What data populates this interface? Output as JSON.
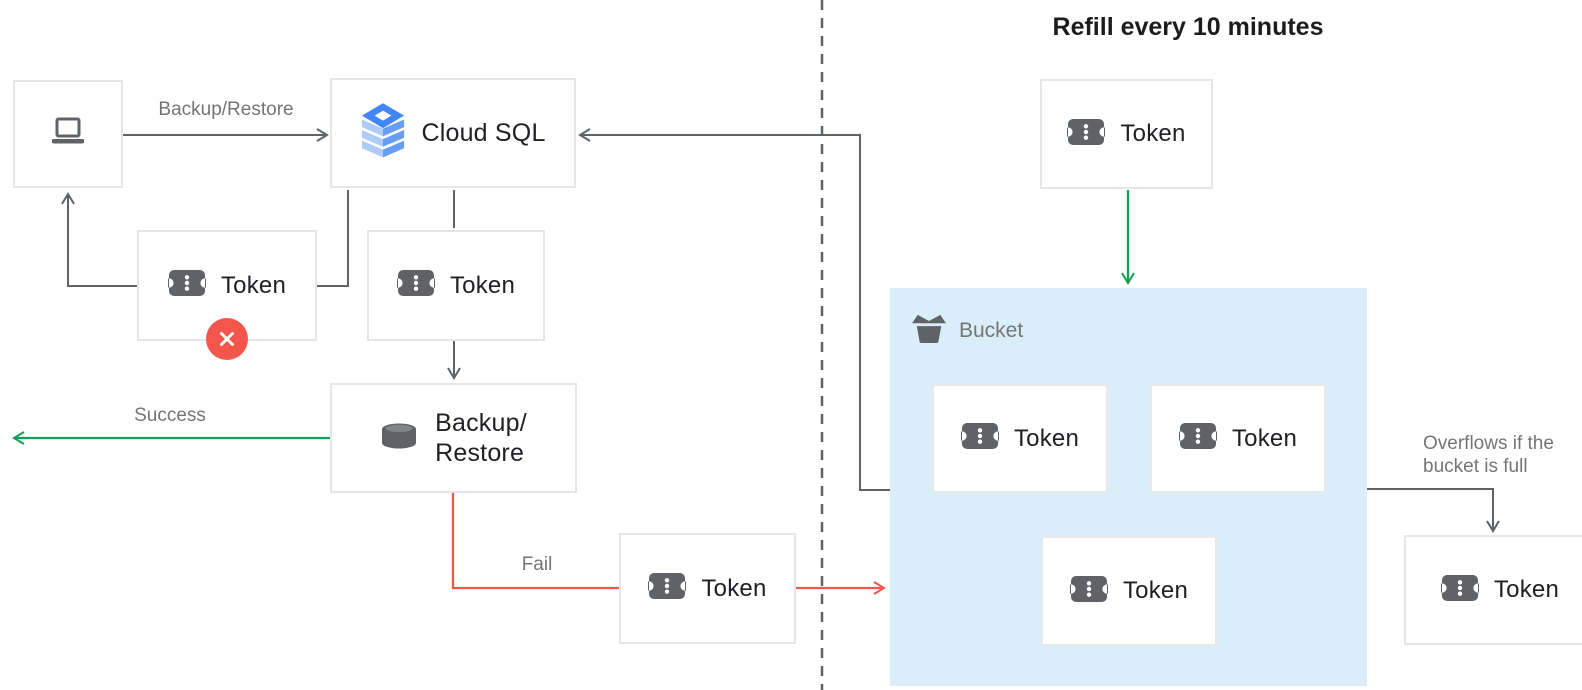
{
  "title": "Refill every 10 minutes",
  "left": {
    "client_node": "laptop",
    "cloud_sql_label": "Cloud SQL",
    "backup_restore_edge_label": "Backup/Restore",
    "backup_restore_node": {
      "line1": "Backup/",
      "line2": "Restore"
    },
    "success_label": "Success",
    "fail_label": "Fail",
    "token_rejected_label": "Token",
    "token_pending_label": "Token",
    "token_fail_label": "Token"
  },
  "right": {
    "refill_token_label": "Token",
    "bucket_label": "Bucket",
    "bucket_tokens": [
      "Token",
      "Token",
      "Token"
    ],
    "overflow_label": "Overflows if the bucket is full",
    "overflow_token_label": "Token"
  },
  "colors": {
    "success_green": "#149e56",
    "fail_red": "#f4564c",
    "connector_gray": "#5f6368",
    "icon_gray": "#5f6368",
    "label_gray": "#757575",
    "text_dark": "#202124",
    "bucket_fill": "#daeefa",
    "cloud_sql_blue": "#4285f4",
    "cloud_sql_light_blue": "#aecbfa",
    "cloud_sql_mid_blue": "#669df6"
  }
}
